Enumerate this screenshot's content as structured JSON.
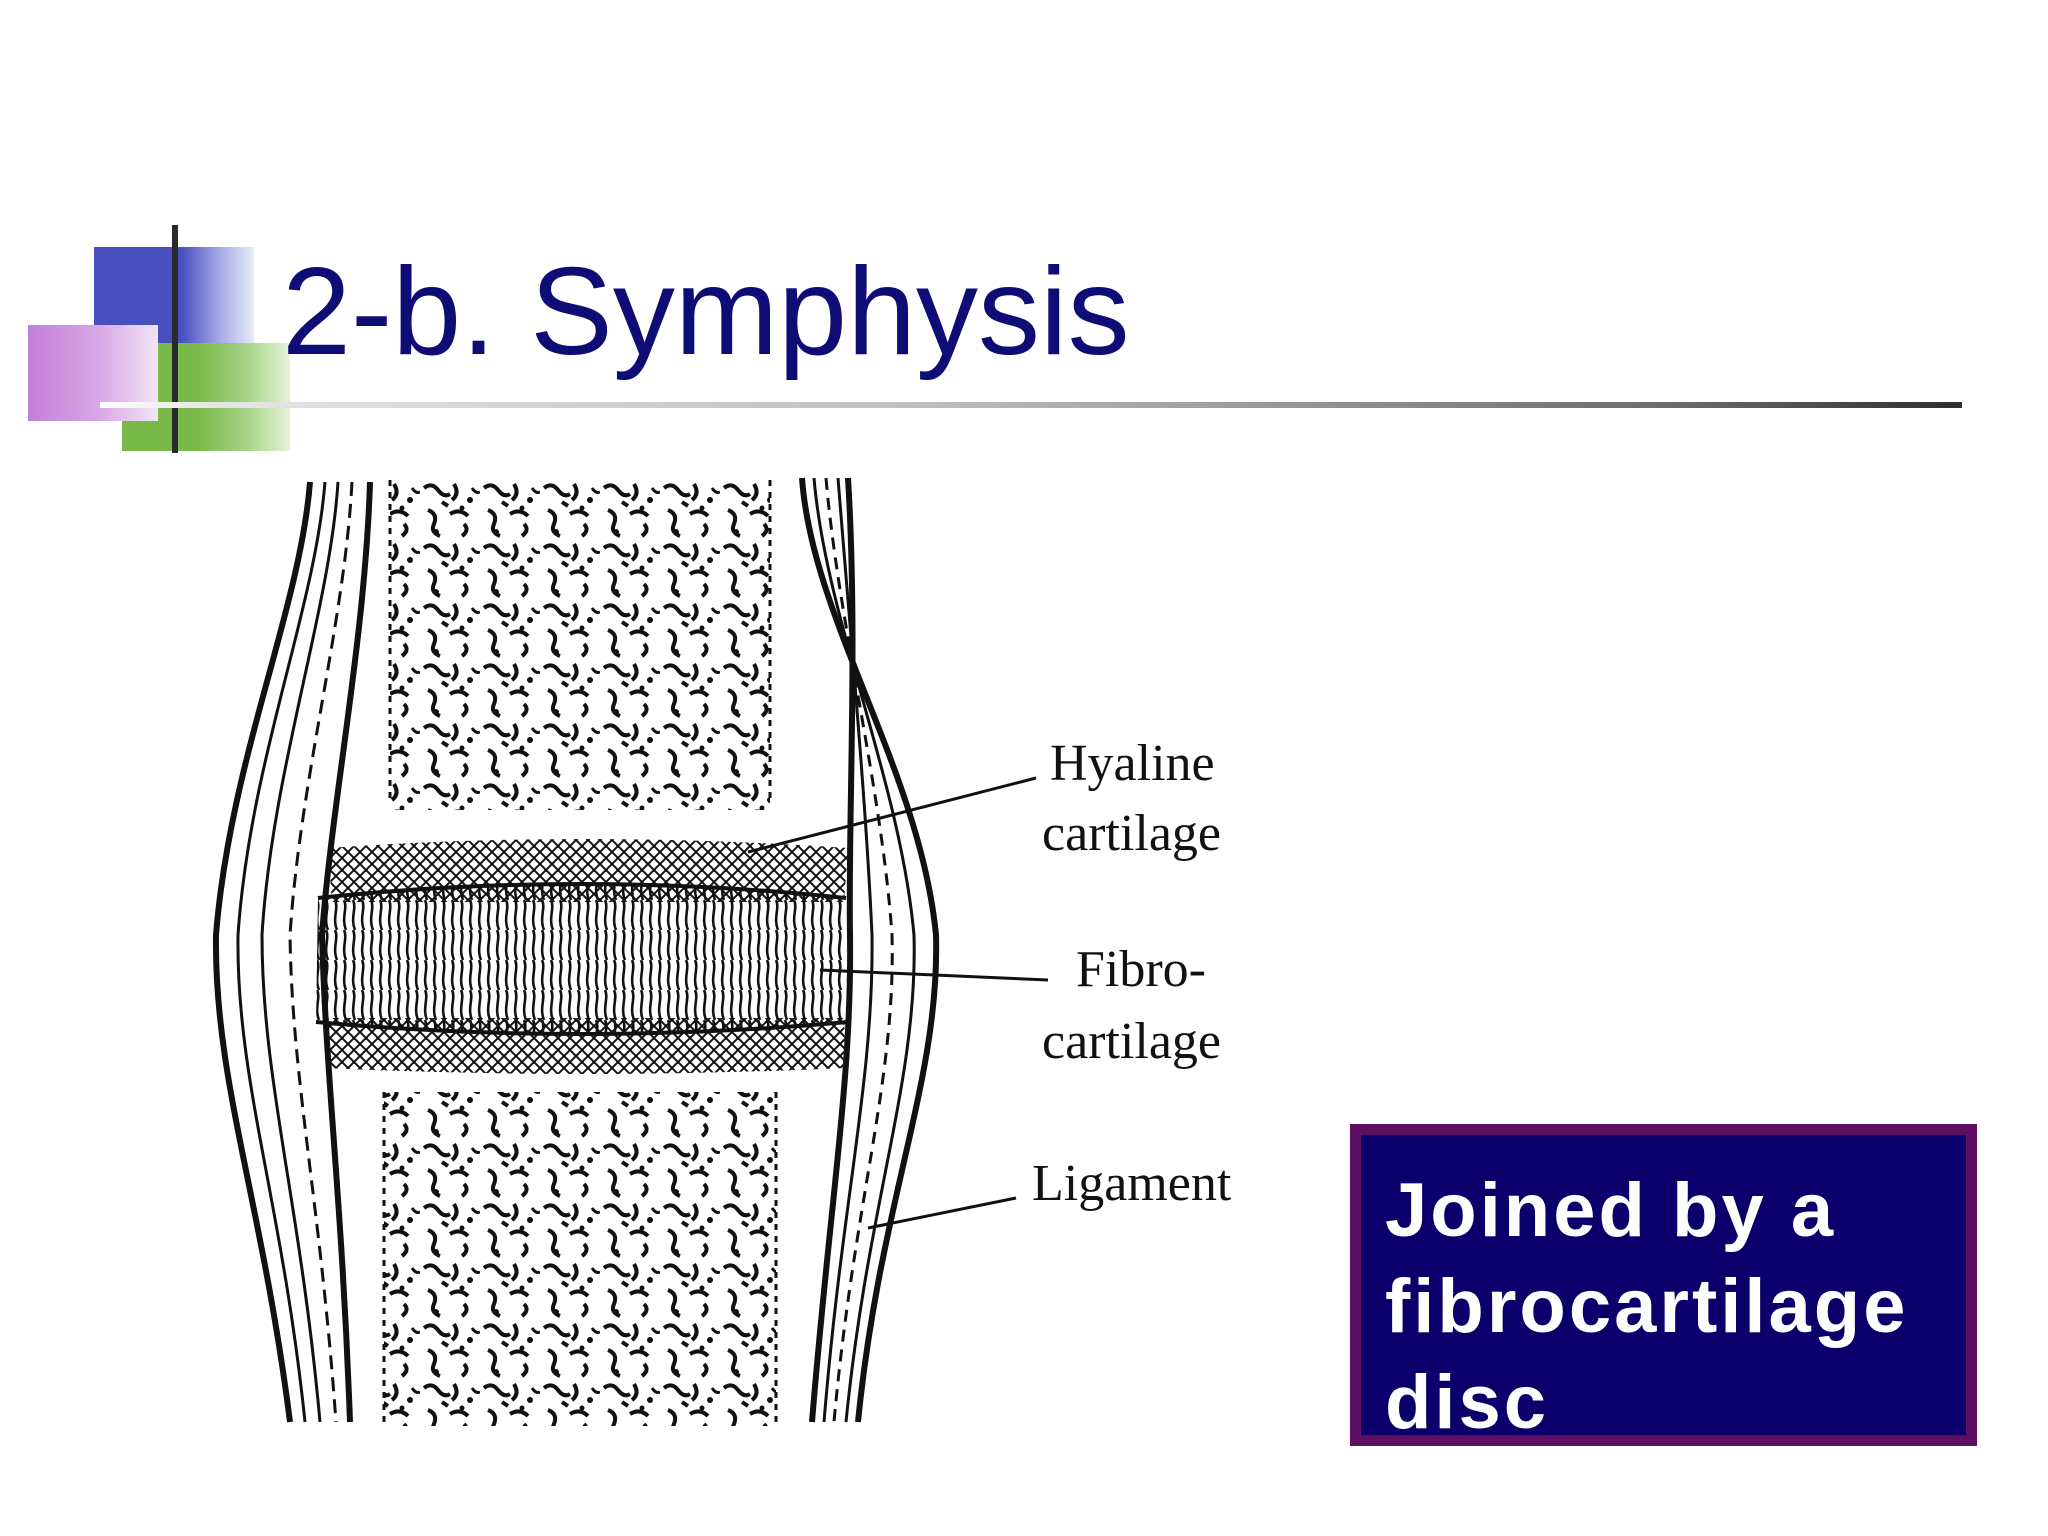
{
  "slide": {
    "title": "2-b.  Symphysis",
    "callout_text": "Joined by a fibrocartilage disc"
  },
  "diagram": {
    "labels": {
      "hyaline_line1": "Hyaline",
      "hyaline_line2": "cartilage",
      "fibro_line1": "Fibro-",
      "fibro_line2": "cartilage",
      "ligament": "Ligament"
    }
  },
  "colors": {
    "title": "#0d0d75",
    "callout_bg": "#0b006b",
    "callout_border": "#5c0f60",
    "logo_blue": "#4a4fbf",
    "logo_purple": "#c27fd8",
    "logo_green": "#79b94a"
  }
}
